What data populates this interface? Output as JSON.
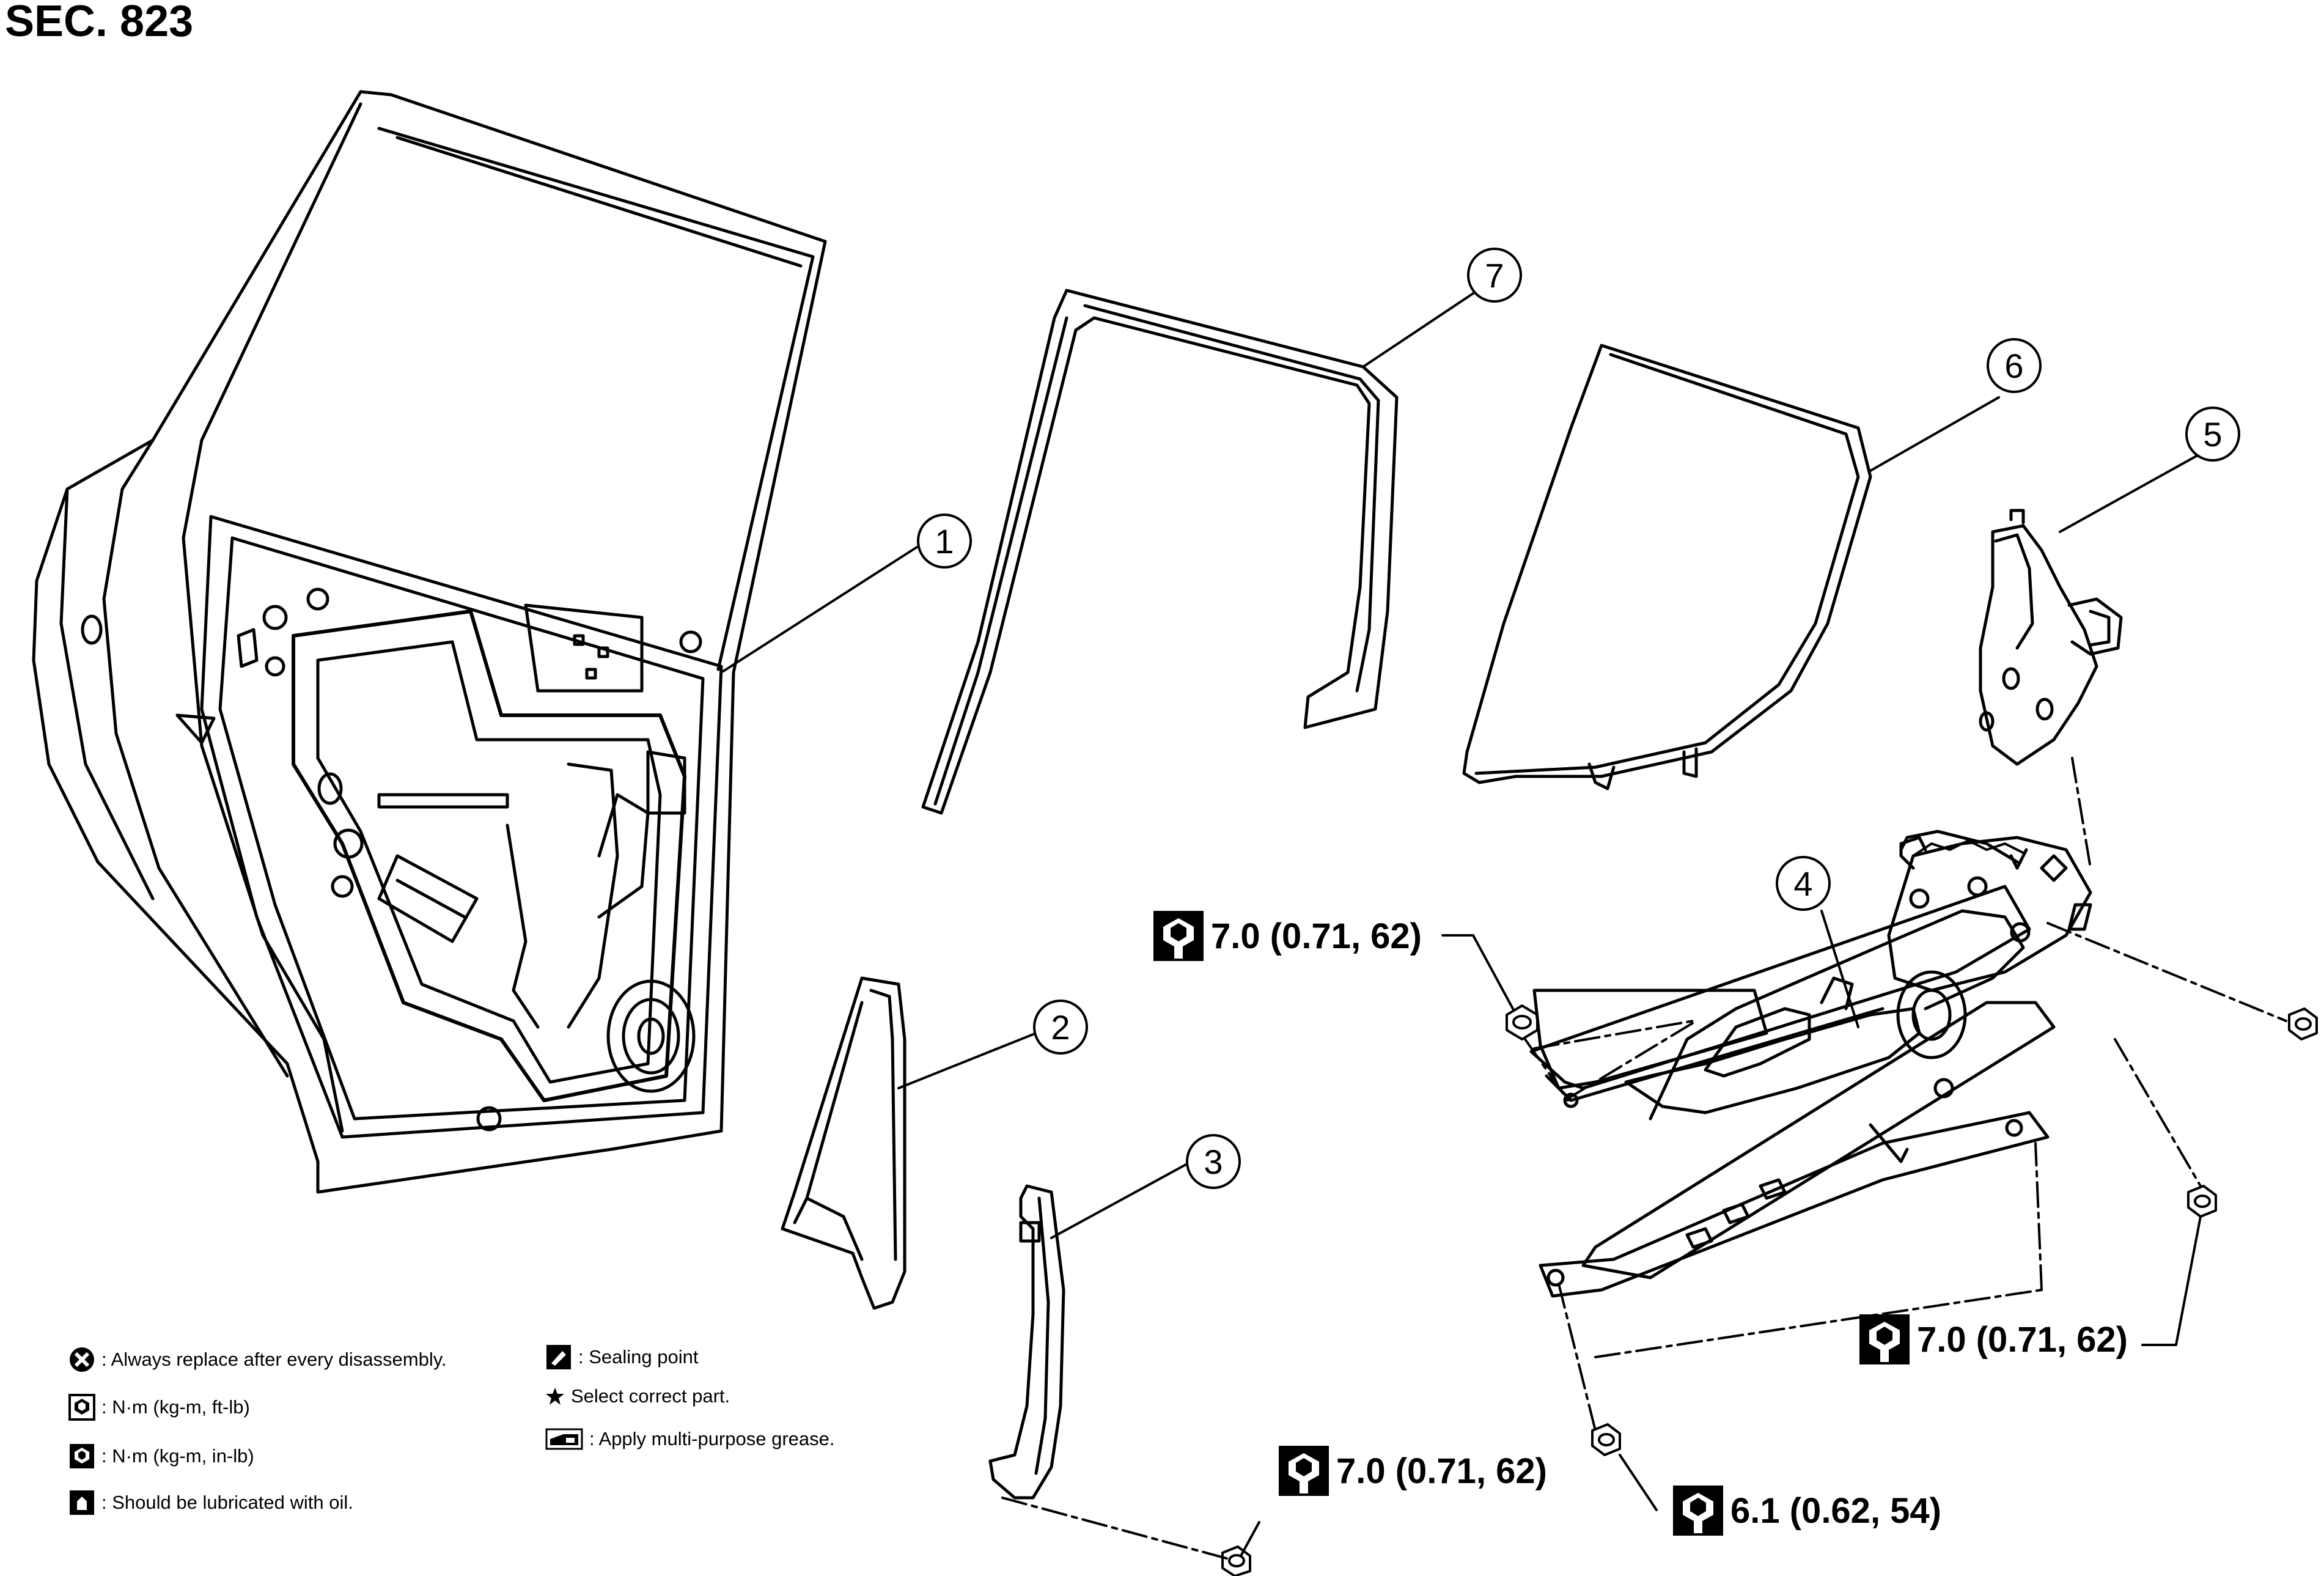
{
  "section": "SEC. 823",
  "callouts": [
    "1",
    "2",
    "3",
    "4",
    "5",
    "6",
    "7"
  ],
  "torque_specs": [
    "7.0 (0.71, 62)",
    "7.0 (0.71, 62)",
    "7.0 (0.71, 62)",
    "6.1 (0.62, 54)"
  ],
  "legend": {
    "replace": ": Always replace after every disassembly.",
    "nm_ftlb": ": N·m (kg-m, ft-lb)",
    "nm_inlb": ": N·m (kg-m, in-lb)",
    "lubricate": ": Should be lubricated with oil.",
    "sealing": ": Sealing point",
    "select": "Select correct part.",
    "grease": ": Apply multi-purpose grease."
  }
}
